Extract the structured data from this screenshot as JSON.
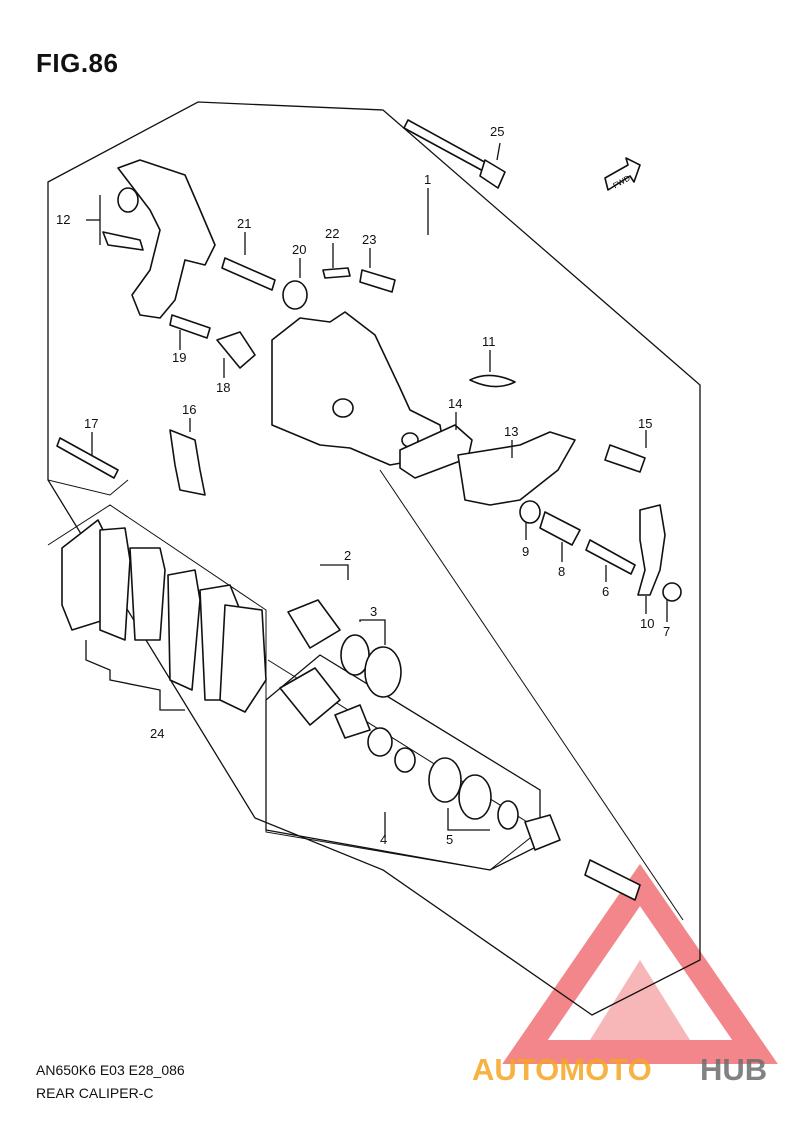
{
  "figure": {
    "title": "FIG.86",
    "code": "AN650K6 E03 E28_086",
    "subtitle": "REAR CALIPER-C",
    "fwd_marker": "FWD"
  },
  "callouts": [
    "1",
    "2",
    "3",
    "4",
    "5",
    "6",
    "7",
    "8",
    "9",
    "10",
    "11",
    "12",
    "13",
    "14",
    "15",
    "16",
    "17",
    "18",
    "19",
    "20",
    "21",
    "22",
    "23",
    "24",
    "25"
  ],
  "watermark": {
    "text_orange": "AUTOMOTO",
    "text_gray": "HUB",
    "color_red": "#e8252c",
    "color_orange": "#f5a623",
    "color_gray": "#6d6d6d"
  }
}
